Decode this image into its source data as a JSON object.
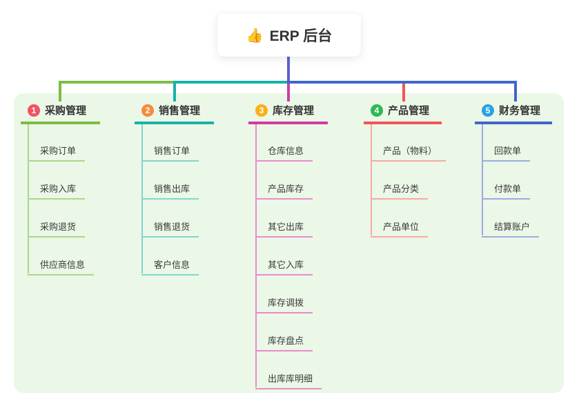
{
  "root": {
    "label": "ERP 后台",
    "icon": "thumbs-up",
    "icon_glyph": "👍",
    "line_color": "#5a5fd6"
  },
  "panel": {
    "bg_color": "#ebf7e7"
  },
  "branches": [
    {
      "badge": "1",
      "label": "采购管理",
      "badge_color": "#f25363",
      "line_color": "#7cbd45",
      "child_line_color": "#a9d88a",
      "children": [
        "采购订单",
        "采购入库",
        "采购退货",
        "供应商信息"
      ]
    },
    {
      "badge": "2",
      "label": "销售管理",
      "badge_color": "#f78a3c",
      "line_color": "#17b3a9",
      "child_line_color": "#82d5cd",
      "children": [
        "销售订单",
        "销售出库",
        "销售退货",
        "客户信息"
      ]
    },
    {
      "badge": "3",
      "label": "库存管理",
      "badge_color": "#f9b017",
      "line_color": "#d03ca1",
      "child_line_color": "#e98cc8",
      "children": [
        "仓库信息",
        "产品库存",
        "其它出库",
        "其它入库",
        "库存调拨",
        "库存盘点",
        "出库库明细"
      ]
    },
    {
      "badge": "4",
      "label": "产品管理",
      "badge_color": "#2eb952",
      "line_color": "#f25555",
      "child_line_color": "#f7a8a4",
      "children": [
        "产品（物料）",
        "产品分类",
        "产品单位"
      ]
    },
    {
      "badge": "5",
      "label": "财务管理",
      "badge_color": "#2aa2e4",
      "line_color": "#3f66cc",
      "child_line_color": "#9aacdf",
      "children": [
        "回款单",
        "付款单",
        "结算账户"
      ]
    }
  ]
}
